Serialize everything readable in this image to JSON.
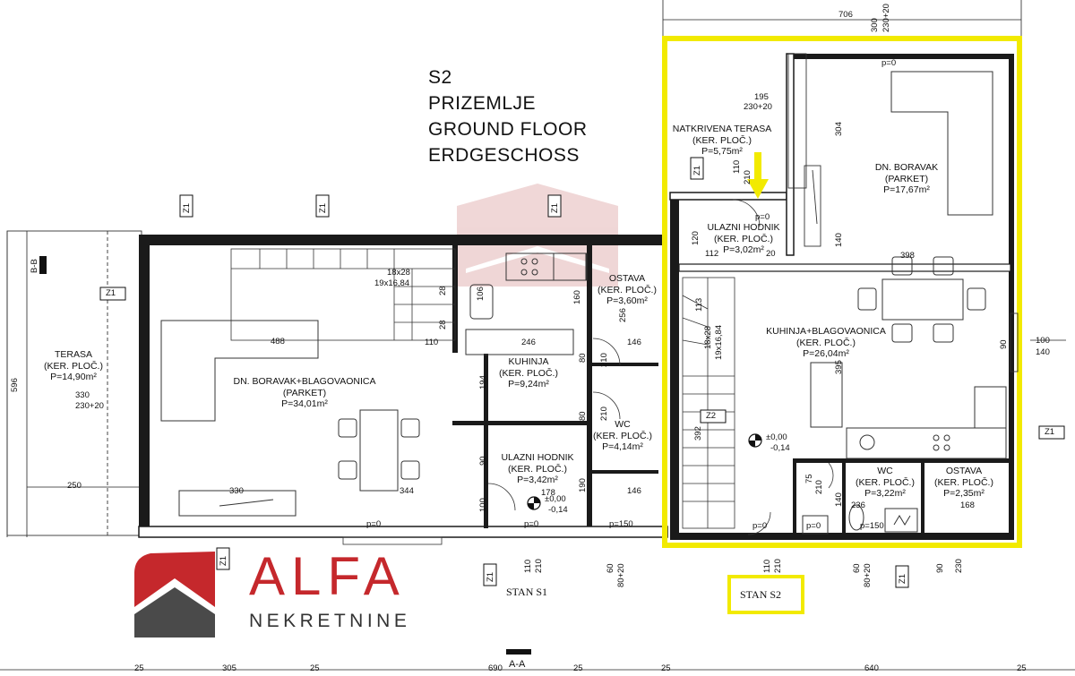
{
  "title": {
    "line1": "S2",
    "line2": "PRIZEMLJE",
    "line3": "GROUND FLOOR",
    "line4": "ERDGESCHOSS"
  },
  "rooms": {
    "terasa": {
      "name": "TERASA",
      "floor": "(KER. PLOČ.)",
      "area": "P=14,90m²"
    },
    "boravak_s1": {
      "name": "DN. BORAVAK+BLAGOVAONICA",
      "floor": "(PARKET)",
      "area": "P=34,01m²"
    },
    "kuhinja_s1": {
      "name": "KUHINJA",
      "floor": "(KER. PLOČ.)",
      "area": "P=9,24m²"
    },
    "ostava_s1": {
      "name": "OSTAVA",
      "floor": "(KER. PLOČ.)",
      "area": "P=3,60m²"
    },
    "hodnik_s1": {
      "name": "ULAZNI HODNIK",
      "floor": "(KER. PLOČ.)",
      "area": "P=3,42m²"
    },
    "wc_s1": {
      "name": "WC",
      "floor": "(KER. PLOČ.)",
      "area": "P=4,14m²"
    },
    "natkrivena": {
      "name": "NATKRIVENA TERASA",
      "floor": "(KER. PLOČ.)",
      "area": "P=5,75m²"
    },
    "hodnik_s2": {
      "name": "ULAZNI HODNIK",
      "floor": "(KER. PLOČ.)",
      "area": "P=3,02m²"
    },
    "boravak_s2": {
      "name": "DN. BORAVAK",
      "floor": "(PARKET)",
      "area": "P=17,67m²"
    },
    "kuhinja_s2": {
      "name": "KUHINJA+BLAGOVAONICA",
      "floor": "(KER. PLOČ.)",
      "area": "P=26,04m²"
    },
    "wc_s2": {
      "name": "WC",
      "floor": "(KER. PLOČ.)",
      "area": "P=3,22m²"
    },
    "ostava_s2": {
      "name": "OSTAVA",
      "floor": "(KER. PLOČ.)",
      "area": "P=2,35m²"
    }
  },
  "dimensions": {
    "d706": "706",
    "d300": "300",
    "d230_20_top": "230+20",
    "d195": "195",
    "d230_20_b": "230+20",
    "d304": "304",
    "d110": "110",
    "d210a": "210",
    "d398": "398",
    "d140a": "140",
    "d120": "120",
    "d112": "112",
    "d20": "20",
    "d488": "488",
    "d246": "246",
    "d146a": "146",
    "d110b": "110",
    "d18x28a": "18x28",
    "d19x16_84a": "19x16,84",
    "d28": "28",
    "d28b": "28",
    "d106": "106",
    "d160": "160",
    "d256": "256",
    "d596": "596",
    "d330a": "330",
    "d230_20c": "230+20",
    "d250": "250",
    "d330b": "330",
    "d344": "344",
    "d178": "178",
    "d146b": "146",
    "d113": "113",
    "d18x28b": "18x28",
    "d19x16_84b": "19x16,84",
    "d395": "395",
    "d100": "100",
    "d140b": "140",
    "d90": "90",
    "d392": "392",
    "d75": "75",
    "d210b": "210",
    "d140c": "140",
    "d236": "236",
    "d168": "168",
    "d194": "194",
    "d80a": "80",
    "d210c": "210",
    "d80b": "80",
    "d210d": "210",
    "d90b": "90",
    "d190": "190",
    "d100b": "100",
    "d110c": "110",
    "d210e": "210",
    "d60a": "60",
    "d80_20a": "80+20",
    "d110d": "110",
    "d210f": "210",
    "d60b": "60",
    "d80_20b": "80+20",
    "d90c": "90",
    "d230": "230",
    "d305": "305",
    "d690": "690",
    "d640": "640",
    "d25a": "25",
    "d25b": "25",
    "d25c": "25",
    "d25d": "25",
    "d25e": "25"
  },
  "levels": {
    "s1_top": "±0,00",
    "s1_bottom": "-0,14",
    "s2_top": "±0,00",
    "s2_bottom": "-0,14"
  },
  "p_labels": {
    "p0": "p=0",
    "p150": "p=150"
  },
  "markers": {
    "z1": "Z1",
    "z2": "Z2",
    "bb": "B-B",
    "aa": "A-A"
  },
  "stan": {
    "s1": "STAN S1",
    "s2": "STAN S2"
  },
  "logo": {
    "main": "ALFA",
    "sub": "NEKRETNINE"
  },
  "colors": {
    "highlight": "#f2ea00",
    "logo_red": "#c5282c",
    "wall": "#1a1a1a",
    "watermark": "#d9a0a0"
  }
}
